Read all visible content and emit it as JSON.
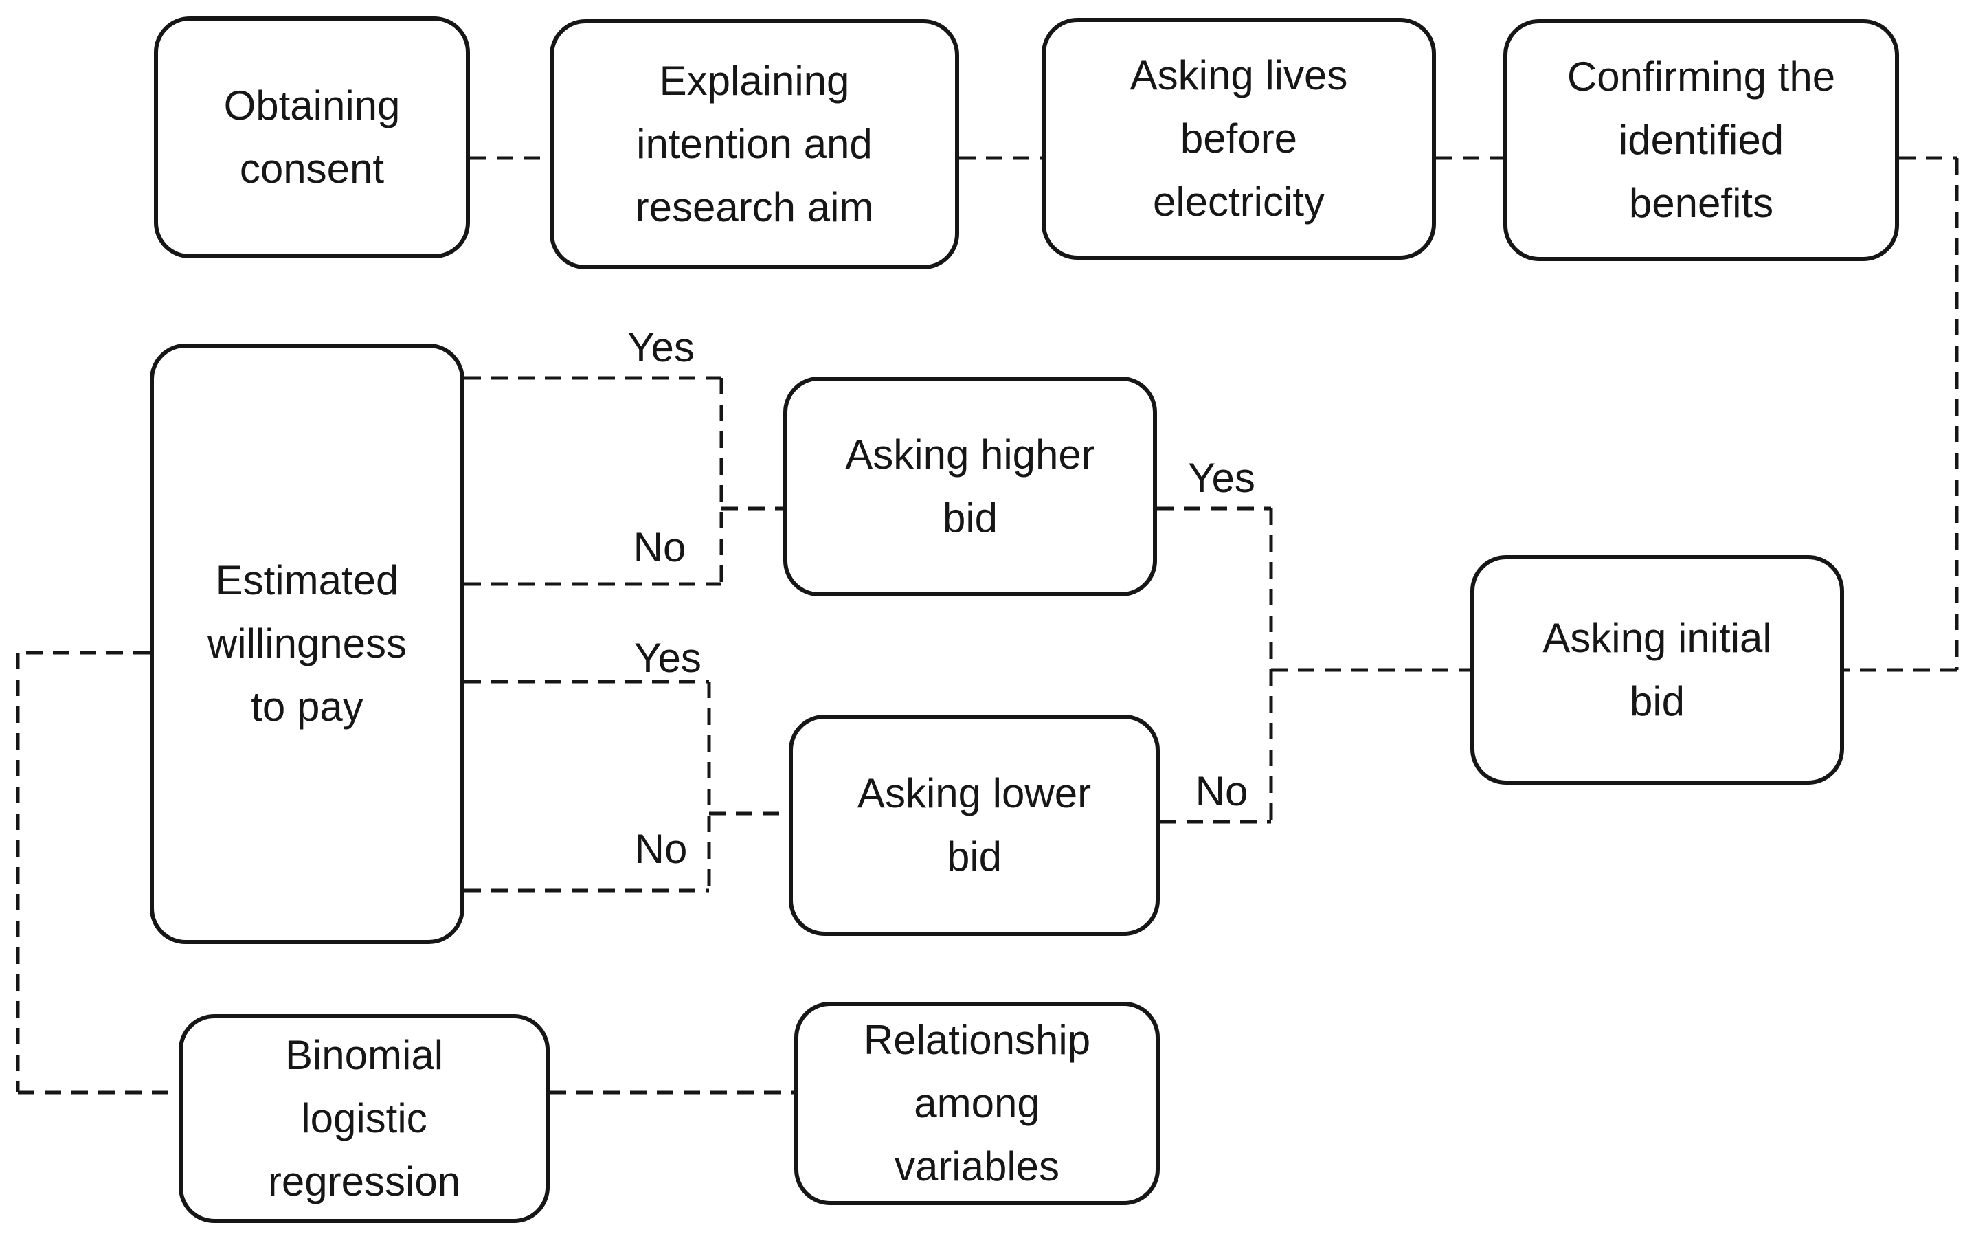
{
  "diagram": {
    "background_color": "#ffffff",
    "stroke_color": "#161616",
    "nodes": [
      {
        "id": "obtaining-consent",
        "lines": [
          "Obtaining",
          "consent"
        ]
      },
      {
        "id": "explaining-intention",
        "lines": [
          "Explaining",
          "intention and",
          "research aim"
        ]
      },
      {
        "id": "asking-lives",
        "lines": [
          "Asking lives",
          "before",
          "electricity"
        ]
      },
      {
        "id": "confirming-benefits",
        "lines": [
          "Confirming the",
          "identified",
          "benefits"
        ]
      },
      {
        "id": "estimated-wtp",
        "lines": [
          "Estimated",
          "willingness",
          "to pay"
        ]
      },
      {
        "id": "asking-higher-bid",
        "lines": [
          "Asking higher",
          "bid"
        ]
      },
      {
        "id": "asking-lower-bid",
        "lines": [
          "Asking lower",
          "bid"
        ]
      },
      {
        "id": "asking-initial-bid",
        "lines": [
          "Asking initial",
          "bid"
        ]
      },
      {
        "id": "binomial-regression",
        "lines": [
          "Binomial",
          "logistic",
          "regression"
        ]
      },
      {
        "id": "relationship-variables",
        "lines": [
          "Relationship",
          "among",
          "variables"
        ]
      }
    ],
    "edge_labels": {
      "wtp_from_higher_yes": "Yes",
      "wtp_from_higher_no": "No",
      "wtp_from_lower_yes": "Yes",
      "wtp_from_lower_no": "No",
      "initial_to_higher_yes": "Yes",
      "initial_to_lower_no": "No"
    }
  }
}
